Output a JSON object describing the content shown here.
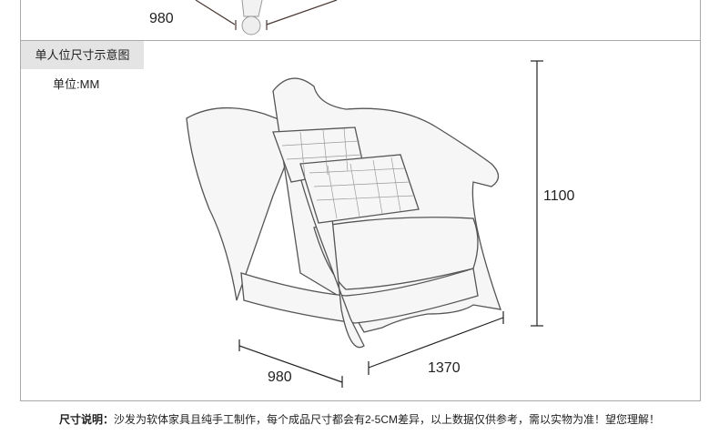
{
  "top_section": {
    "depth_label": "980"
  },
  "panel": {
    "title": "单人位尺寸示意图",
    "unit": "单位:MM",
    "dimensions": {
      "height": "1100",
      "depth": "980",
      "width": "1370"
    }
  },
  "note": {
    "label": "尺寸说明：",
    "text": "沙发为软体家具且纯手工制作，每个成品尺寸都会有2-5CM差异，以上数据仅供参考，需以实物为准！望您理解！"
  }
}
